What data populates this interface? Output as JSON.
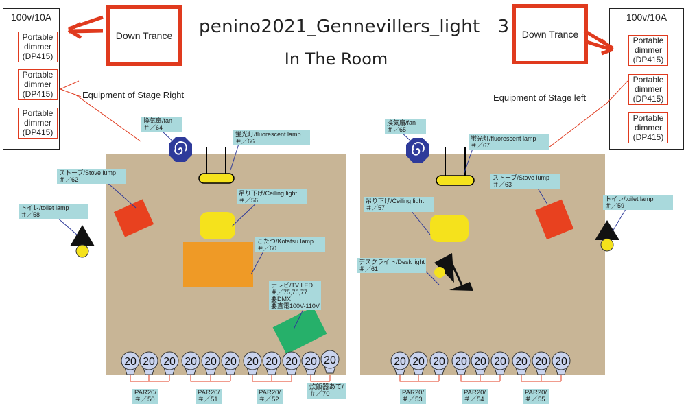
{
  "header": {
    "title": "penino2021_Gennevillers_light",
    "title_number": "3",
    "subtitle": "In The Room"
  },
  "left_panel": {
    "rating": "100v/10A",
    "dimmers": [
      "Portable\ndimmer\n(DP415)",
      "Portable\ndimmer\n(DP415)",
      "Portable\ndimmer\n(DP415)"
    ]
  },
  "right_panel": {
    "rating": "100v/10A",
    "dimmers": [
      "Portable\ndimmer\n(DP415)",
      "Portable\ndimmer\n(DP415)",
      "Portable\ndimmer\n(DP415)"
    ]
  },
  "down_trance_left": "Down Trance",
  "down_trance_right": "Down Trance",
  "equip_right": "Equipment of Stage Right",
  "equip_left": "Equipment of Stage left",
  "labels": {
    "fan_l": "換気扇/fan\n＃／64",
    "fluor_l": "蛍光灯/fluorescent lamp\n＃／66",
    "stove_l": "ストーブ/Stove lump\n＃／62",
    "ceiling_l": "吊り下げ/Ceiling light\n＃／56",
    "toilet_l": "トイレ/toilet lamp\n＃／58",
    "kotatsu": "こたつ/Kotatsu lamp\n＃／60",
    "tv": "テレビ/TV LED\n＃／75,76,77\n要DMX\n要直電100V-110V",
    "fan_r": "換気扇/fan\n＃／65",
    "fluor_r": "蛍光灯/fluorescent lamp\n＃／67",
    "ceiling_r": "吊り下げ/Ceiling light\n＃／57",
    "stove_r": "ストーブ/Stove lump\n＃／63",
    "toilet_r": "トイレ/toilet lamp\n＃／59",
    "desk": "デスクライト/Desk light\n＃／61"
  },
  "par_labels": [
    "PAR20/\n＃／50",
    "PAR20/\n＃／51",
    "PAR20/\n＃／52",
    "炊飯器あて/\n＃／70",
    "PAR20/\n＃／53",
    "PAR20/\n＃／54",
    "PAR20/\n＃／55"
  ],
  "par_text": "20",
  "colors": {
    "accent_red": "#e03a1e",
    "stage": "#c8b596",
    "label_bg": "#a9d9dc",
    "fan": "#2e3a9a",
    "yellow": "#f5e21c",
    "orange": "#ef9a26",
    "green": "#26b06a"
  }
}
